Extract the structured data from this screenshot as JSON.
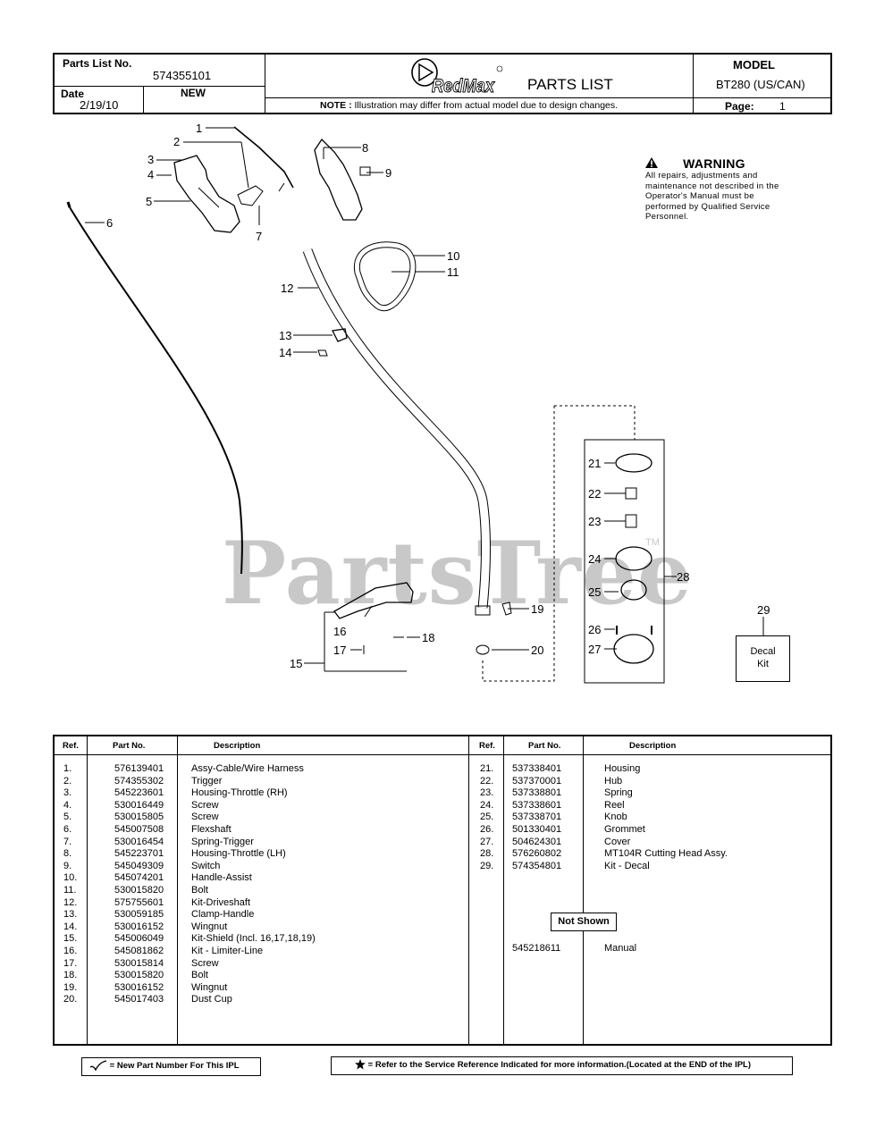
{
  "header": {
    "parts_list_no_label": "Parts List No.",
    "parts_list_no": "574355101",
    "date_label": "Date",
    "date": "2/19/10",
    "status": "NEW",
    "brand": "RedMax",
    "title": "PARTS LIST",
    "note_label": "NOTE :",
    "note_text": "Illustration may differ from actual model due to design changes.",
    "model_label": "MODEL",
    "model": "BT280  (US/CAN)",
    "page_label": "Page:",
    "page": "1"
  },
  "diagram": {
    "callouts": [
      "1",
      "2",
      "3",
      "4",
      "5",
      "6",
      "7",
      "8",
      "9",
      "10",
      "11",
      "12",
      "13",
      "14",
      "15",
      "16",
      "17",
      "18",
      "19",
      "20",
      "21",
      "22",
      "23",
      "24",
      "25",
      "26",
      "27",
      "28",
      "29"
    ],
    "watermark": "PartsTree",
    "watermark_tm": "TM",
    "warning_title": "WARNING",
    "warning_text": "All repairs, adjustments and maintenance not described in the Operator's Manual must be performed by Qualified Service Personnel.",
    "decal_line1": "Decal",
    "decal_line2": "Kit"
  },
  "table": {
    "headers": {
      "ref": "Ref.",
      "part_no": "Part No.",
      "description": "Description"
    },
    "left": [
      {
        "ref": "1.",
        "part": "576139401",
        "desc": "Assy-Cable/Wire Harness"
      },
      {
        "ref": "2.",
        "part": "574355302",
        "desc": "Trigger"
      },
      {
        "ref": "3.",
        "part": "545223601",
        "desc": "Housing-Throttle (RH)"
      },
      {
        "ref": "4.",
        "part": "530016449",
        "desc": "Screw"
      },
      {
        "ref": "5.",
        "part": "530015805",
        "desc": "Screw"
      },
      {
        "ref": "6.",
        "part": "545007508",
        "desc": "Flexshaft"
      },
      {
        "ref": "7.",
        "part": "530016454",
        "desc": "Spring-Trigger"
      },
      {
        "ref": "8.",
        "part": "545223701",
        "desc": "Housing-Throttle (LH)"
      },
      {
        "ref": "9.",
        "part": "545049309",
        "desc": "Switch"
      },
      {
        "ref": "10.",
        "part": "545074201",
        "desc": "Handle-Assist"
      },
      {
        "ref": "11.",
        "part": "530015820",
        "desc": "Bolt"
      },
      {
        "ref": "12.",
        "part": "575755601",
        "desc": "Kit-Driveshaft"
      },
      {
        "ref": "13.",
        "part": "530059185",
        "desc": "Clamp-Handle"
      },
      {
        "ref": "14.",
        "part": "530016152",
        "desc": "Wingnut"
      },
      {
        "ref": "15.",
        "part": "545006049",
        "desc": "Kit-Shield (Incl. 16,17,18,19)"
      },
      {
        "ref": "16.",
        "part": "545081862",
        "desc": "Kit - Limiter-Line"
      },
      {
        "ref": "17.",
        "part": "530015814",
        "desc": "Screw"
      },
      {
        "ref": "18.",
        "part": "530015820",
        "desc": "Bolt"
      },
      {
        "ref": "19.",
        "part": "530016152",
        "desc": "Wingnut"
      },
      {
        "ref": "20.",
        "part": "545017403",
        "desc": "Dust Cup"
      }
    ],
    "right": [
      {
        "ref": "21.",
        "part": "537338401",
        "desc": "Housing"
      },
      {
        "ref": "22.",
        "part": "537370001",
        "desc": "Hub"
      },
      {
        "ref": "23.",
        "part": "537338801",
        "desc": "Spring"
      },
      {
        "ref": "24.",
        "part": "537338601",
        "desc": "Reel"
      },
      {
        "ref": "25.",
        "part": "537338701",
        "desc": "Knob"
      },
      {
        "ref": "26.",
        "part": "501330401",
        "desc": "Grommet"
      },
      {
        "ref": "27.",
        "part": "504624301",
        "desc": "Cover"
      },
      {
        "ref": "28.",
        "part": "576260802",
        "desc": "MT104R Cutting Head Assy."
      },
      {
        "ref": "29.",
        "part": "574354801",
        "desc": "Kit - Decal"
      }
    ],
    "not_shown_label": "Not Shown",
    "not_shown": [
      {
        "ref": "",
        "part": "545218611",
        "desc": "Manual"
      }
    ]
  },
  "footer": {
    "legend_new": "= New Part Number For This IPL",
    "legend_service": "= Refer to the Service Reference Indicated for more information.(Located at the END of the IPL)"
  }
}
